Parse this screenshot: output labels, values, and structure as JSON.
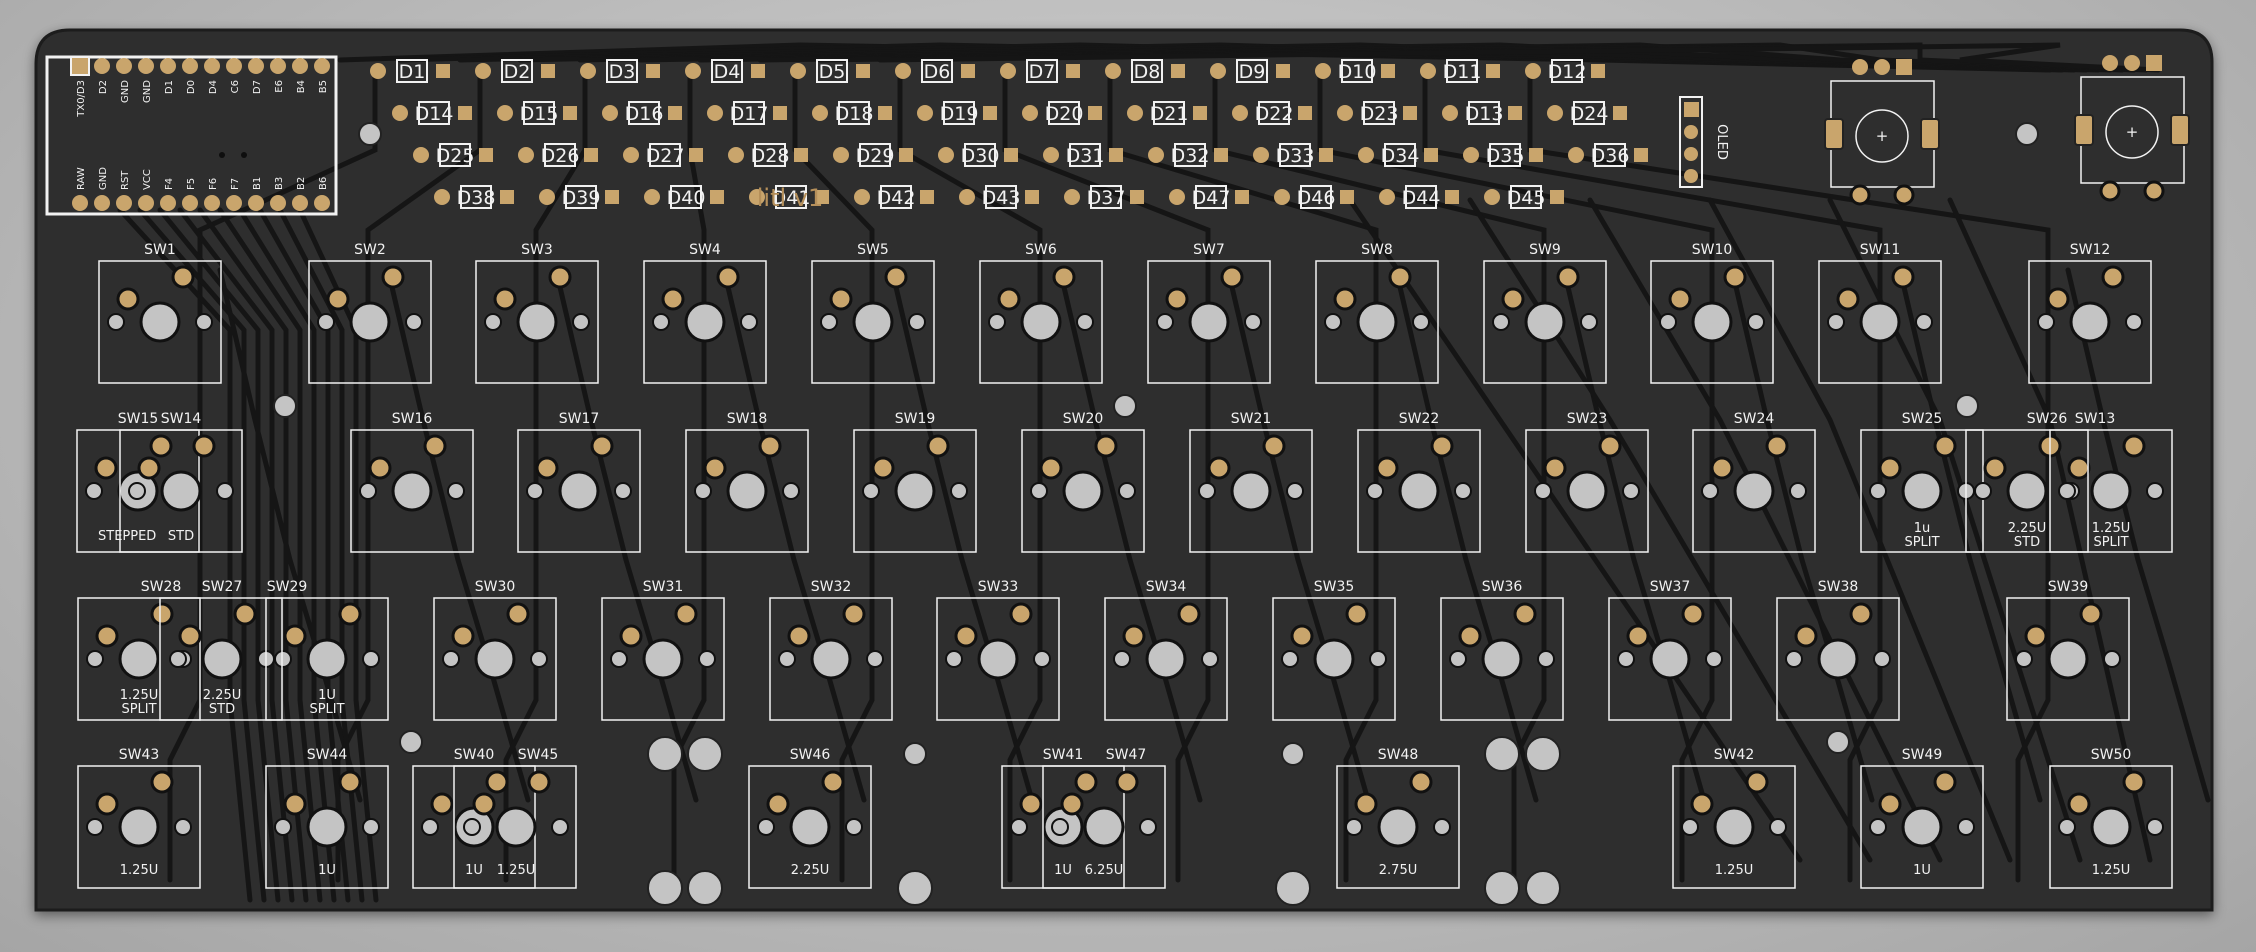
{
  "board": {
    "title": "litl v1",
    "colors": {
      "background": "#bdbdbd",
      "board": "#2d2d2d",
      "board_edge": "#1a1a1a",
      "trace": "#151515",
      "pad_copper": "#c9a56c",
      "hole": "#c4c4c4",
      "silk": "#f2f2f2",
      "title": "#b58f5a"
    }
  },
  "controller": {
    "top_pins": [
      "TX0/D3",
      "D2",
      "GND",
      "GND",
      "D1",
      "D0",
      "D4",
      "C6",
      "D7",
      "E6",
      "B4",
      "B5"
    ],
    "bottom_pins": [
      "RAW",
      "GND",
      "RST",
      "VCC",
      "F4",
      "F5",
      "F6",
      "F7",
      "B1",
      "B3",
      "B2",
      "B6"
    ]
  },
  "diodes": {
    "row1": [
      "D1",
      "D2",
      "D3",
      "D4",
      "D5",
      "D6",
      "D7",
      "D8",
      "D9",
      "D10",
      "D11",
      "D12"
    ],
    "row2": [
      "D14",
      "D15",
      "D16",
      "D17",
      "D18",
      "D19",
      "D20",
      "D21",
      "D22",
      "D23",
      "D13",
      "D24"
    ],
    "row3": [
      "D25",
      "D26",
      "D27",
      "D28",
      "D29",
      "D30",
      "D31",
      "D32",
      "D33",
      "D34",
      "D35",
      "D36"
    ],
    "row4": [
      "D38",
      "D39",
      "D40",
      "D41",
      "D42",
      "D43",
      "D37",
      "D47",
      "D46",
      "D44",
      "D45"
    ]
  },
  "oled_label": "OLED",
  "switches": {
    "row1": [
      "SW1",
      "SW2",
      "SW3",
      "SW4",
      "SW5",
      "SW6",
      "SW7",
      "SW8",
      "SW9",
      "SW10",
      "SW11",
      "SW12"
    ],
    "row2": [
      "SW15",
      "SW14",
      "SW16",
      "SW17",
      "SW18",
      "SW19",
      "SW20",
      "SW21",
      "SW22",
      "SW23",
      "SW24",
      "SW25",
      "SW26",
      "SW13"
    ],
    "row3": [
      "SW28",
      "SW27",
      "SW29",
      "SW30",
      "SW31",
      "SW32",
      "SW33",
      "SW34",
      "SW35",
      "SW36",
      "SW37",
      "SW38",
      "SW39"
    ],
    "row4": [
      "SW43",
      "SW44",
      "SW40",
      "SW45",
      "SW46",
      "SW41",
      "SW47",
      "SW48",
      "SW42",
      "SW49",
      "SW50"
    ]
  },
  "switch_notes": {
    "stepped": "STEPPED",
    "std": "STD",
    "sw25": [
      "1u",
      "SPLIT"
    ],
    "sw26": [
      "2.25U",
      "STD"
    ],
    "sw13": [
      "1.25U",
      "SPLIT"
    ],
    "sw28": [
      "1.25U",
      "SPLIT"
    ],
    "sw27": [
      "2.25U",
      "STD"
    ],
    "sw29": [
      "1U",
      "SPLIT"
    ],
    "sw43": "1.25U",
    "sw44": "1U",
    "sw40": "1U",
    "sw45": "1.25U",
    "sw46": "2.25U",
    "sw41": "1U",
    "sw47": "6.25U",
    "sw48": "2.75U",
    "sw42": "1.25U",
    "sw49": "1U",
    "sw50": "1.25U"
  }
}
